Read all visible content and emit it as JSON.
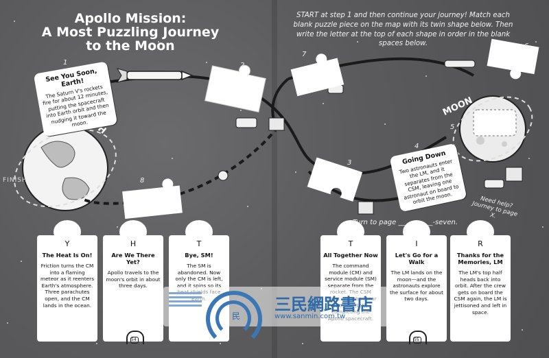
{
  "title": {
    "line1": "Apollo Mission:",
    "line2": "A Most Puzzling Journey",
    "line3": "to the Moon"
  },
  "instructions": "START at step 1 and then continue your journey! Match each blank puzzle piece on the map with its twin shape below. Then write the letter at the top of each shape in order in the blank spaces below.",
  "turn_to_page": "Turn to page __________-seven.",
  "need_help": "Need help? Journey to page X.",
  "labels": {
    "earth": "EARTH",
    "moon": "MOON",
    "finish": "FINISH"
  },
  "steps": {
    "s1": "1",
    "s2": "2",
    "s3": "3",
    "s4": "4",
    "s5": "5",
    "s6": "6",
    "s7": "7",
    "s8": "8"
  },
  "card1": {
    "title": "See You Soon, Earth!",
    "body": "The Saturn V's rockets fire for about 12 minutes, putting the spacecraft into Earth orbit and then nudging it toward the moon."
  },
  "card4": {
    "title": "Going Down",
    "body": "Two astronauts enter the LM, and it separates from the CSM, leaving one astronaut on board to orbit the moon."
  },
  "pieces": [
    {
      "letter": "Y",
      "title": "The Heat Is On!",
      "body": "Friction turns the CM into a flaming meteor as it reenters Earth's atmosphere. Three parachutes open, and the CM lands in the ocean."
    },
    {
      "letter": "H",
      "title": "Are We There Yet?",
      "body": "Apollo travels to the moon's orbit in about three days."
    },
    {
      "letter": "T",
      "title": "Bye, SM!",
      "body": "The SM is abandoned. Now only the CM is left, and it spins so its heat shields face Earth."
    },
    {
      "letter": "T",
      "title": "All Together Now",
      "body": "The command module (CM) and service module (SM) separate from the rocket. The CSM docks with the lunar module (LM), completing the Apollo spacecraft."
    },
    {
      "letter": "I",
      "title": "Let's Go for a Walk",
      "body": "The LM lands on the moon—and the astronauts explore the surface for about two days."
    },
    {
      "letter": "R",
      "title": "Thanks for the Memories, LM",
      "body": "The LM's top half heads back into orbit. After the crew gets on board the CSM again, the LM is jettisoned and left in space."
    }
  ],
  "page_numbers": {
    "left": "54",
    "right": "55"
  },
  "watermark": {
    "text": "三民網路書店",
    "url": "www.sanmin.com.tw",
    "mark": "民"
  },
  "colors": {
    "background": "#5b5b5d",
    "card": "#ffffff",
    "path": "#1a1a1a",
    "watermark": "#2f6aa8"
  }
}
